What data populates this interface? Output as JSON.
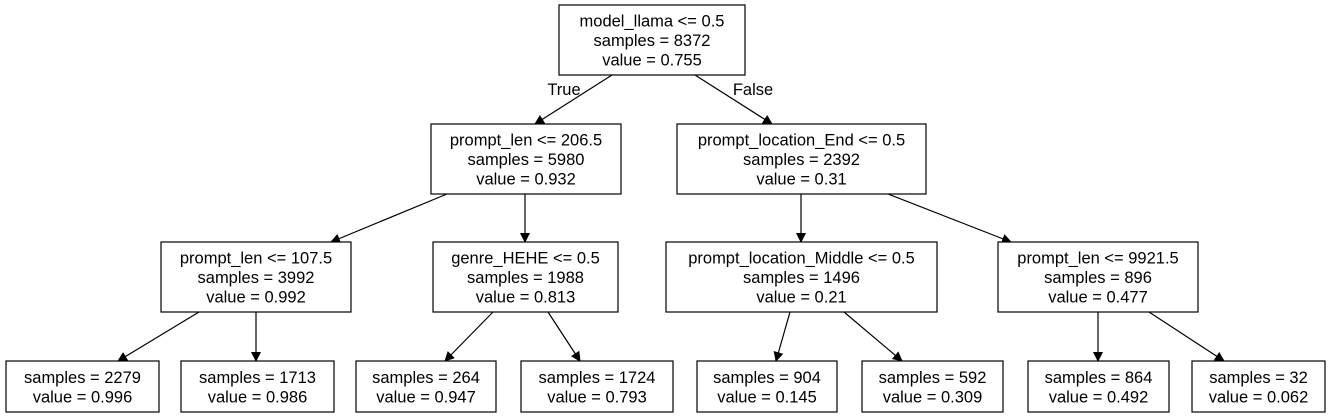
{
  "nodes": {
    "n0": {
      "lines": [
        "model_llama <= 0.5",
        "samples = 8372",
        "value = 0.755"
      ]
    },
    "n1": {
      "lines": [
        "prompt_len <= 206.5",
        "samples = 5980",
        "value = 0.932"
      ]
    },
    "n2": {
      "lines": [
        "prompt_location_End <= 0.5",
        "samples = 2392",
        "value = 0.31"
      ]
    },
    "n3": {
      "lines": [
        "prompt_len <= 107.5",
        "samples = 3992",
        "value = 0.992"
      ]
    },
    "n4": {
      "lines": [
        "genre_HEHE <= 0.5",
        "samples = 1988",
        "value = 0.813"
      ]
    },
    "n5": {
      "lines": [
        "prompt_location_Middle <= 0.5",
        "samples = 1496",
        "value = 0.21"
      ]
    },
    "n6": {
      "lines": [
        "prompt_len <= 9921.5",
        "samples = 896",
        "value = 0.477"
      ]
    },
    "n7": {
      "lines": [
        "samples = 2279",
        "value = 0.996"
      ]
    },
    "n8": {
      "lines": [
        "samples = 1713",
        "value = 0.986"
      ]
    },
    "n9": {
      "lines": [
        "samples = 264",
        "value = 0.947"
      ]
    },
    "n10": {
      "lines": [
        "samples = 1724",
        "value = 0.793"
      ]
    },
    "n11": {
      "lines": [
        "samples = 904",
        "value = 0.145"
      ]
    },
    "n12": {
      "lines": [
        "samples = 592",
        "value = 0.309"
      ]
    },
    "n13": {
      "lines": [
        "samples = 864",
        "value = 0.492"
      ]
    },
    "n14": {
      "lines": [
        "samples = 32",
        "value = 0.062"
      ]
    }
  },
  "edge_labels": {
    "true_label": "True",
    "false_label": "False"
  }
}
